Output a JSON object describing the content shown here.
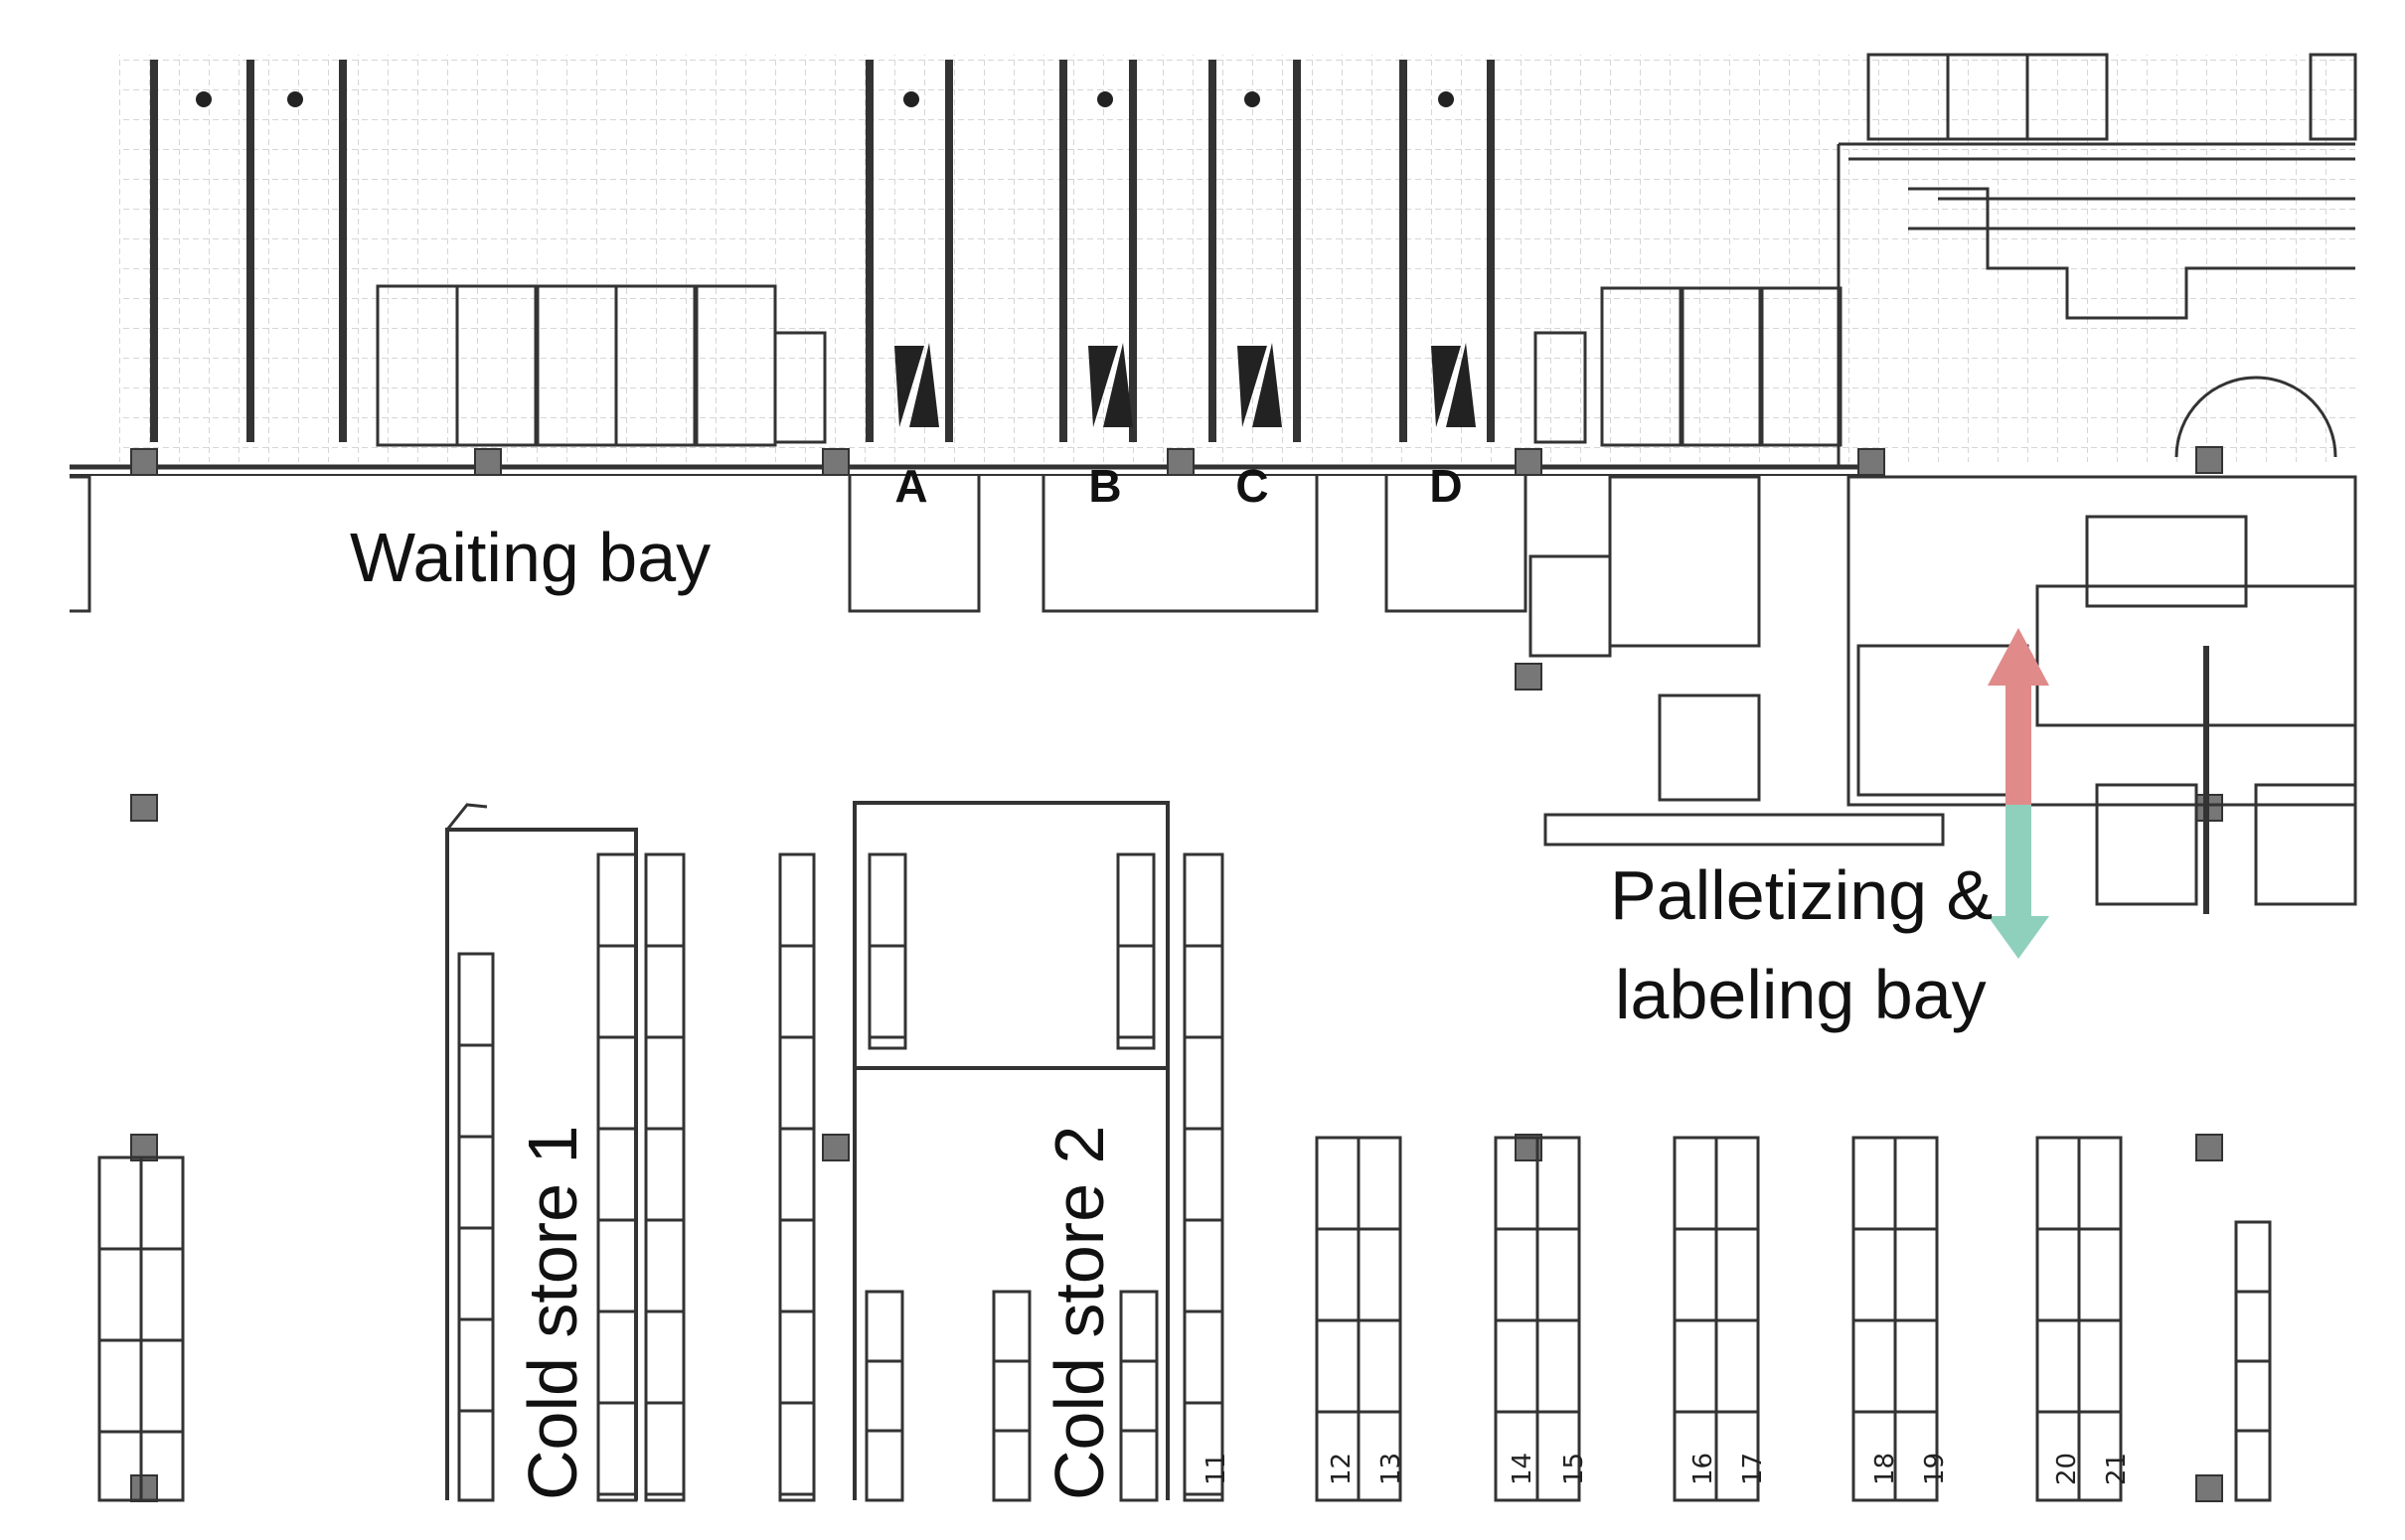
{
  "labels": {
    "waiting_bay": "Waiting bay",
    "palletizing_line1": "Palletizing &",
    "palletizing_line2": "labeling bay",
    "cold_store_1": "Cold store 1",
    "cold_store_2": "Cold store 2"
  },
  "dock_doors": [
    "A",
    "B",
    "C",
    "D"
  ],
  "aisle_numbers": [
    "11",
    "12",
    "13",
    "14",
    "15",
    "16",
    "17",
    "18",
    "19",
    "20",
    "21"
  ],
  "colors": {
    "line": "#333333",
    "grid": "#d9d9d9",
    "arrow_up": "#e08a8a",
    "arrow_down": "#8fd0bd"
  }
}
